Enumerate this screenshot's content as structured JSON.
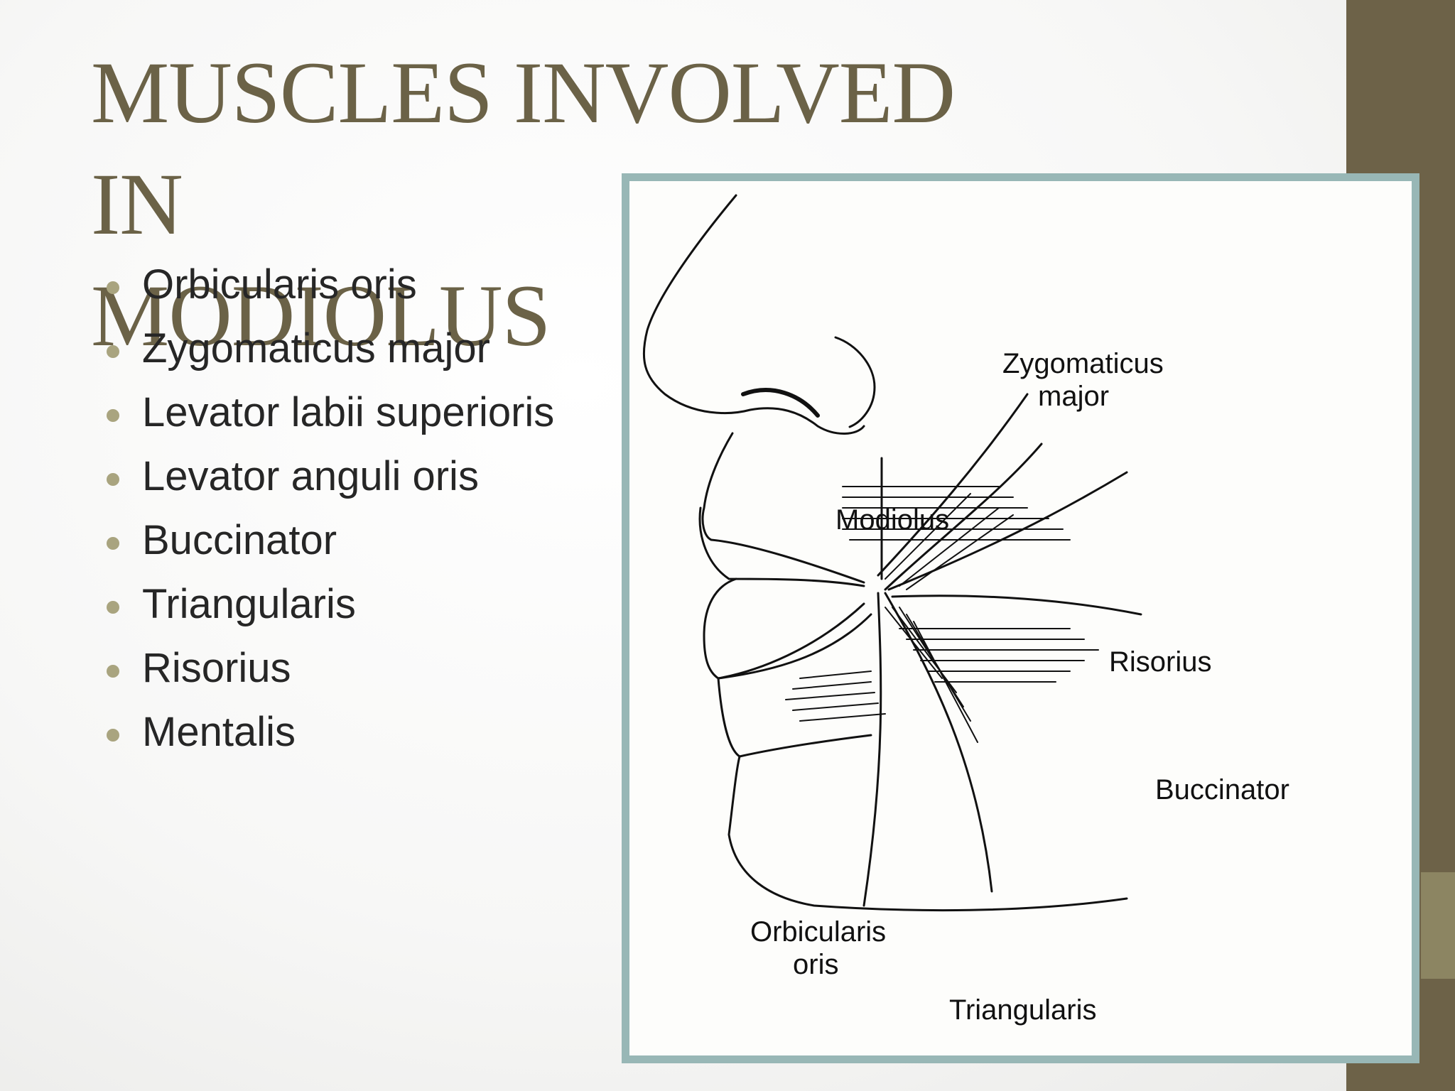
{
  "slide": {
    "title_line1": "MUSCLES INVOLVED IN",
    "title_line2": "MODIOLUS",
    "bullets": [
      "Orbicularis oris",
      "Zygomaticus major",
      "Levator labii superioris",
      "Levator anguli oris",
      "Buccinator",
      "Triangularis",
      "Risorius",
      "Mentalis"
    ]
  },
  "figure": {
    "labels": {
      "zygomaticus_line1": "Zygomaticus",
      "zygomaticus_line2": "major",
      "modiolus": "Modiolus",
      "risorius": "Risorius",
      "buccinator": "Buccinator",
      "orbicularis_line1": "Orbicularis",
      "orbicularis_line2": "oris",
      "triangularis": "Triangularis"
    }
  },
  "colors": {
    "title": "#6b6247",
    "side_bar": "#6d6248",
    "bullet_dot": "#a9a47f",
    "figure_border": "#98b7b6"
  }
}
